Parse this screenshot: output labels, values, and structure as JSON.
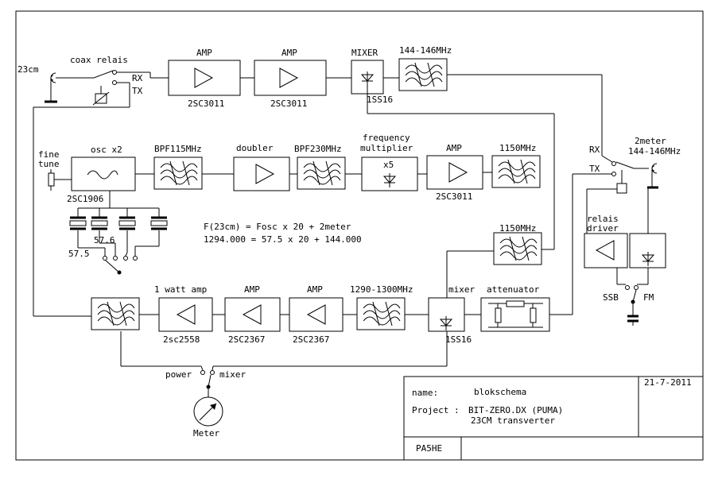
{
  "antenna_23cm": "23cm",
  "antenna_2m": "2meter",
  "antenna_2m_freq": "144-146MHz",
  "coax_relais": "coax relais",
  "rx": "RX",
  "tx": "TX",
  "rx2": "RX",
  "tx2": "TX",
  "rx_chain": {
    "amp1": "AMP",
    "amp1_part": "2SC3011",
    "amp2": "AMP",
    "amp2_part": "2SC3011",
    "mixer": "MIXER",
    "mixer_part": "1SS16",
    "filter": "144-146MHz"
  },
  "lo_chain": {
    "osc": "osc  x2",
    "osc_part": "2SC1906",
    "fine_tune_1": "fine",
    "fine_tune_2": "tune",
    "bpf1": "BPF115MHz",
    "doubler": "doubler",
    "bpf2": "BPF230MHz",
    "mult_1": "frequency",
    "mult_2": "multiplier",
    "mult_factor": "x5",
    "amp": "AMP",
    "amp_part": "2SC3011",
    "filter": "1150MHz",
    "filter2": "1150MHz"
  },
  "crystals": {
    "c1": "57.5",
    "c2": "57.6"
  },
  "formula": {
    "line1": "F(23cm) = Fosc x 20 + 2meter",
    "line2": "1294.000 = 57.5 x 20 + 144.000"
  },
  "tx_chain": {
    "pa": "1 watt amp",
    "pa_part": "2sc2558",
    "amp2": "AMP",
    "amp2_part": "2SC2367",
    "amp3": "AMP",
    "amp3_part": "2SC2367",
    "filter": "1290-1300MHz",
    "mixer": "mixer",
    "mixer_part": "1SS16",
    "attenuator": "attenuator"
  },
  "relais_1": "relais",
  "relais_2": "driver",
  "ssb": "SSB",
  "fm": "FM",
  "power": "power",
  "mixer_sel": "mixer",
  "meter": "Meter",
  "title_block": {
    "date": "21-7-2011",
    "name_label": "name:",
    "name_value": "blokschema",
    "project_label": "Project :",
    "project_value": "BIT-ZERO.DX  (PUMA)",
    "project_sub": "23CM transverter",
    "author": "PA5HE"
  }
}
